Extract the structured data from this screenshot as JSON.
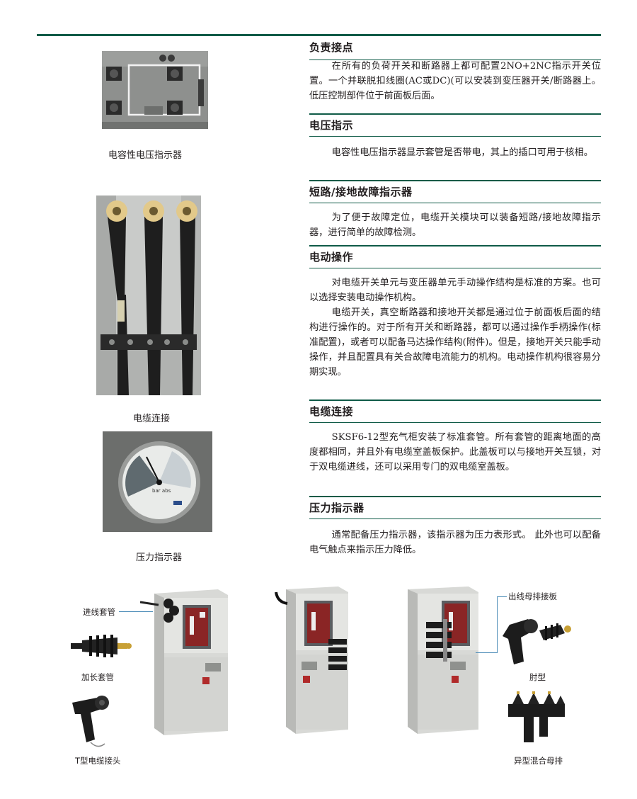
{
  "sections": [
    {
      "title": "负责接点",
      "paragraphs": [
        "在所有的负荷开关和断路器上都可配置2NO+2NC指示开关位置。一个并联脱扣线圈(AC或DC)(可以安装到变压器开关/断路器上。低压控制部件位于前面板后面。"
      ]
    },
    {
      "title": "电压指示",
      "paragraphs": [
        "电容性电压指示器显示套管是否带电，其上的插口可用于核相。"
      ]
    },
    {
      "title": "短路/接地故障指示器",
      "paragraphs": [
        "为了便于故障定位，电缆开关模块可以装备短路/接地故障指示器，进行简单的故障检测。"
      ]
    },
    {
      "title": "电动操作",
      "paragraphs": [
        "对电缆开关单元与变压器单元手动操作结构是标准的方案。也可以选择安装电动操作机构。",
        "电缆开关，真空断路器和接地开关都是通过位于前面板后面的结构进行操作的。对于所有开关和断路器，都可以通过操作手柄操作(标准配置)，或者可以配备马达操作结构(附件)。但是，接地开关只能手动操作，并且配置具有关合故障电流能力的机构。电动操作机构很容易分期实现。"
      ]
    },
    {
      "title": "电缆连接",
      "paragraphs": [
        "SKSF6-12型充气柜安装了标准套管。所有套管的距离地面的高度都相同，并且外有电缆室盖板保护。此盖板可以与接地开关互锁，对于双电缆进线，还可以采用专门的双电缆室盖板。"
      ]
    },
    {
      "title": "压力指示器",
      "paragraphs": [
        "通常配备压力指示器，该指示器为压力表形式。 此外也可以配备电气触点来指示压力降低。"
      ]
    }
  ],
  "captions": {
    "voltage_indicator": "电容性电压指示器",
    "cable_connection": "电缆连接",
    "pressure_indicator": "压力指示器"
  },
  "gauge_text": "bar abs",
  "bottom_labels": {
    "incoming_bushing": "进线套管",
    "extended_bushing": "加长套管",
    "t_cable_connector": "T型电缆接头",
    "outgoing_busbar_plate": "出线母排接板",
    "elbow_type": "肘型",
    "hybrid_busbar": "异型混合母排"
  },
  "colors": {
    "rule": "#0f5b47",
    "leader": "#4a8bb7",
    "cabinet": "#d8d9d6",
    "red_panel": "#b02a2a"
  }
}
